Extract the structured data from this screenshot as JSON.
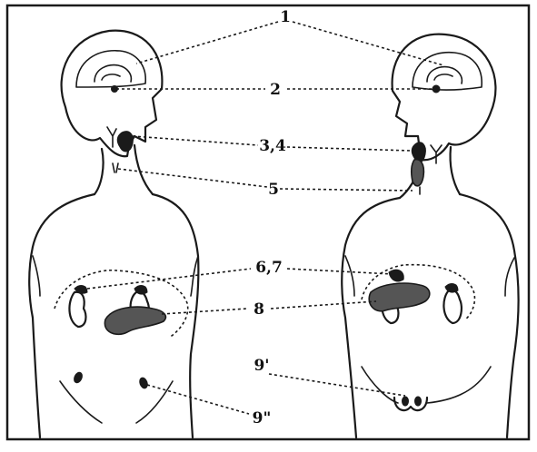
{
  "labels": {
    "l1": "1",
    "l2": "2",
    "l34": "3,4",
    "l5": "5",
    "l67": "6,7",
    "l8": "8",
    "l9a": "9'",
    "l9b": "9\""
  }
}
